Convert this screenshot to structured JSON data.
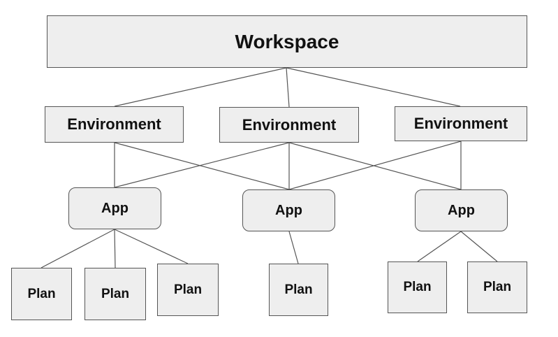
{
  "workspace": {
    "label": "Workspace"
  },
  "environments": [
    {
      "label": "Environment"
    },
    {
      "label": "Environment"
    },
    {
      "label": "Environment"
    }
  ],
  "apps": [
    {
      "label": "App"
    },
    {
      "label": "App"
    },
    {
      "label": "App"
    }
  ],
  "plans": [
    {
      "label": "Plan"
    },
    {
      "label": "Plan"
    },
    {
      "label": "Plan"
    },
    {
      "label": "Plan"
    },
    {
      "label": "Plan"
    },
    {
      "label": "Plan"
    }
  ],
  "colors": {
    "node_fill": "#eeeeee",
    "node_border": "#555555",
    "edge": "#555555"
  }
}
